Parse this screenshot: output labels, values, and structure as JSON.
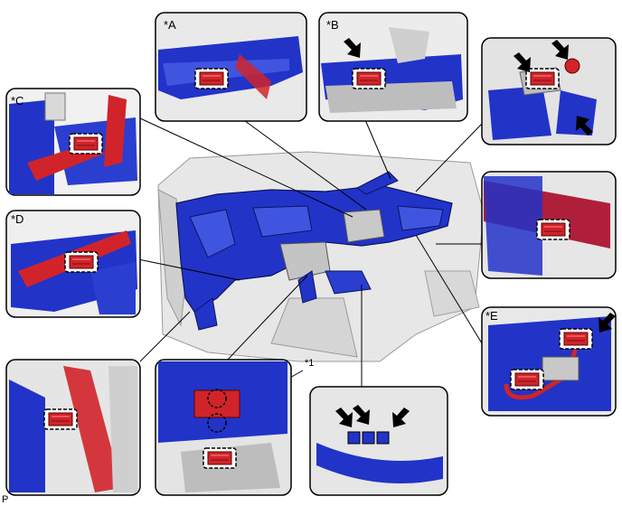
{
  "labels": {
    "A": "*A",
    "B": "*B",
    "C": "*C",
    "D": "*D",
    "E": "*E",
    "callout_1": "*1",
    "footer": "P"
  },
  "colors": {
    "bracket_blue": "#2233c8",
    "clip_red": "#d0242a",
    "gray_body": "#d9d9d9",
    "outline": "#000000"
  },
  "icons": [
    "pointer-arrow-icon",
    "clip-marker-icon",
    "circle-marker-icon"
  ]
}
